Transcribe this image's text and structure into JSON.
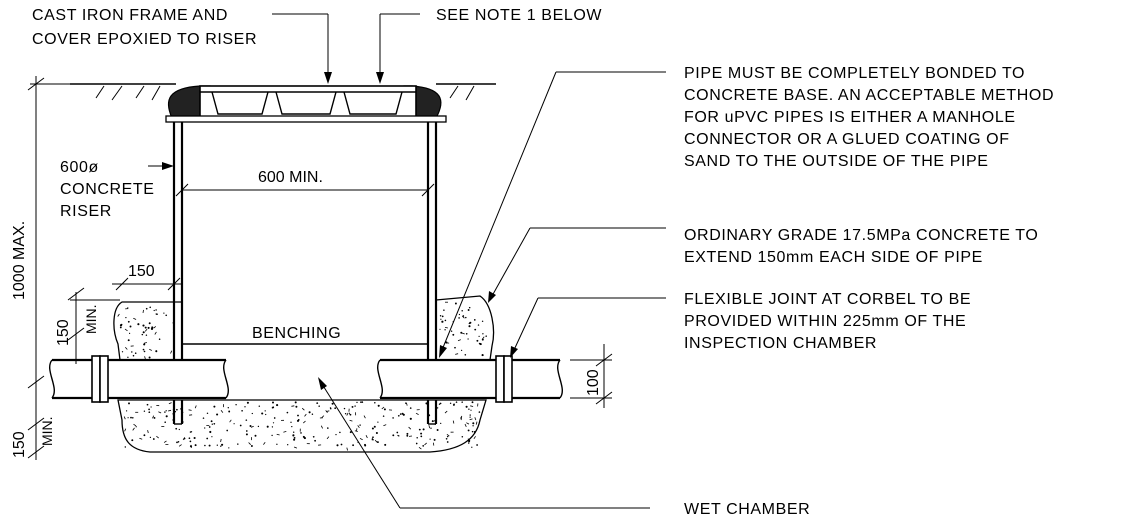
{
  "labels": {
    "frame_line1": "CAST IRON FRAME AND",
    "frame_line2": "COVER EPOXIED TO RISER",
    "see_note": "SEE NOTE 1 BELOW",
    "pipe_note": [
      "PIPE MUST BE COMPLETELY BONDED TO",
      "CONCRETE BASE. AN ACCEPTABLE METHOD",
      "FOR uPVC PIPES IS EITHER A MANHOLE",
      "CONNECTOR OR A GLUED COATING OF",
      "SAND TO THE OUTSIDE OF THE PIPE"
    ],
    "concrete_note": [
      "ORDINARY GRADE 17.5MPa CONCRETE TO",
      "EXTEND 150mm EACH SIDE OF PIPE"
    ],
    "joint_note": [
      "FLEXIBLE JOINT AT CORBEL TO BE",
      "PROVIDED WITHIN 225mm OF THE",
      "INSPECTION CHAMBER"
    ],
    "riser_line1": "600ø",
    "riser_line2": "CONCRETE",
    "riser_line3": "RISER",
    "benching": "BENCHING",
    "wet_chamber": "WET CHAMBER"
  },
  "dimensions": {
    "width_600": "600 MIN.",
    "height_1000": "1000 MAX.",
    "side_150": "150",
    "top_150": "150",
    "top_min": "MIN.",
    "bottom_150": "150",
    "bottom_min": "MIN.",
    "pipe_100": "100"
  }
}
